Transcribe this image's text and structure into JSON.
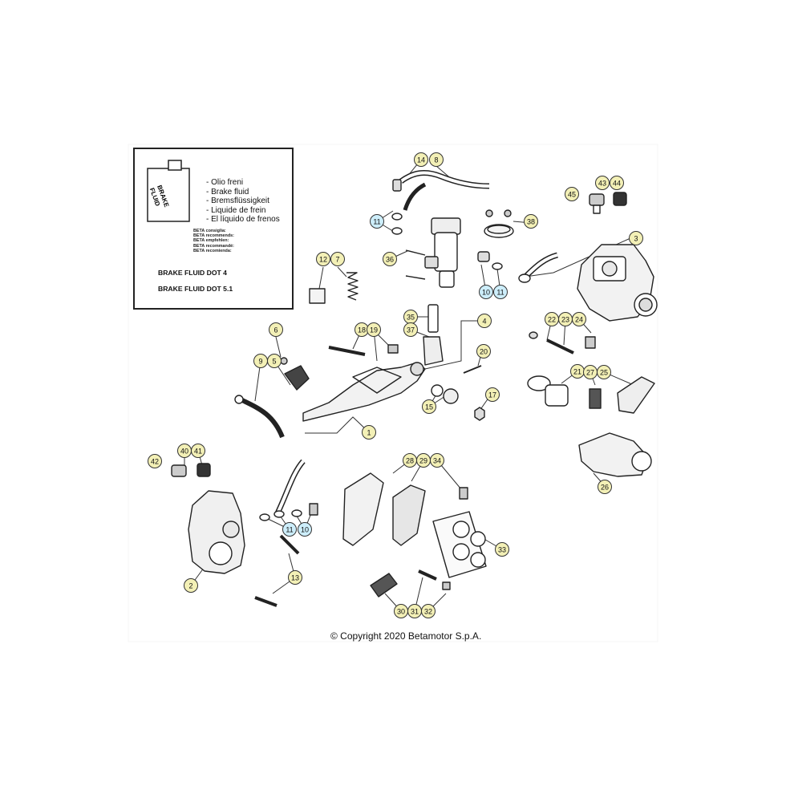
{
  "legend": {
    "can_label": "BRAKE\nFLUID",
    "lines": [
      "- Olio freni",
      "- Brake fluid",
      "- Bremsflüssigkeit",
      "- Liquide de frein",
      "- El líquido de frenos"
    ],
    "recommendations": [
      "BETA consiglia:",
      "BETA recommends:",
      "BETA empfehlen:",
      "BETA recommandé:",
      "BETA recomienda:"
    ],
    "fluid_dot4": "BRAKE FLUID DOT 4",
    "fluid_dot51": "BRAKE FLUID DOT 5.1"
  },
  "copyright": "© Copyright 2020 Betamotor S.p.A.",
  "colors": {
    "yellow_callout": "#f3f0b6",
    "cyan_callout": "#cdeefb",
    "line": "#333333"
  },
  "callouts": [
    {
      "label": "14",
      "color": "yellow"
    },
    {
      "label": "8",
      "color": "yellow"
    },
    {
      "label": "43",
      "color": "yellow"
    },
    {
      "label": "44",
      "color": "yellow"
    },
    {
      "label": "45",
      "color": "yellow"
    },
    {
      "label": "11",
      "color": "cyan"
    },
    {
      "label": "38",
      "color": "yellow"
    },
    {
      "label": "3",
      "color": "yellow"
    },
    {
      "label": "12",
      "color": "yellow"
    },
    {
      "label": "7",
      "color": "yellow"
    },
    {
      "label": "36",
      "color": "yellow"
    },
    {
      "label": "10",
      "color": "cyan"
    },
    {
      "label": "11",
      "color": "cyan"
    },
    {
      "label": "35",
      "color": "yellow"
    },
    {
      "label": "4",
      "color": "yellow"
    },
    {
      "label": "37",
      "color": "yellow"
    },
    {
      "label": "6",
      "color": "yellow"
    },
    {
      "label": "18",
      "color": "yellow"
    },
    {
      "label": "19",
      "color": "yellow"
    },
    {
      "label": "22",
      "color": "yellow"
    },
    {
      "label": "23",
      "color": "yellow"
    },
    {
      "label": "24",
      "color": "yellow"
    },
    {
      "label": "9",
      "color": "yellow"
    },
    {
      "label": "5",
      "color": "yellow"
    },
    {
      "label": "20",
      "color": "yellow"
    },
    {
      "label": "21",
      "color": "yellow"
    },
    {
      "label": "27",
      "color": "yellow"
    },
    {
      "label": "25",
      "color": "yellow"
    },
    {
      "label": "17",
      "color": "yellow"
    },
    {
      "label": "15",
      "color": "yellow"
    },
    {
      "label": "1",
      "color": "yellow"
    },
    {
      "label": "40",
      "color": "yellow"
    },
    {
      "label": "41",
      "color": "yellow"
    },
    {
      "label": "42",
      "color": "yellow"
    },
    {
      "label": "28",
      "color": "yellow"
    },
    {
      "label": "29",
      "color": "yellow"
    },
    {
      "label": "34",
      "color": "yellow"
    },
    {
      "label": "26",
      "color": "yellow"
    },
    {
      "label": "11",
      "color": "cyan"
    },
    {
      "label": "10",
      "color": "cyan"
    },
    {
      "label": "33",
      "color": "yellow"
    },
    {
      "label": "13",
      "color": "yellow"
    },
    {
      "label": "2",
      "color": "yellow"
    },
    {
      "label": "30",
      "color": "yellow"
    },
    {
      "label": "31",
      "color": "yellow"
    },
    {
      "label": "32",
      "color": "yellow"
    }
  ]
}
